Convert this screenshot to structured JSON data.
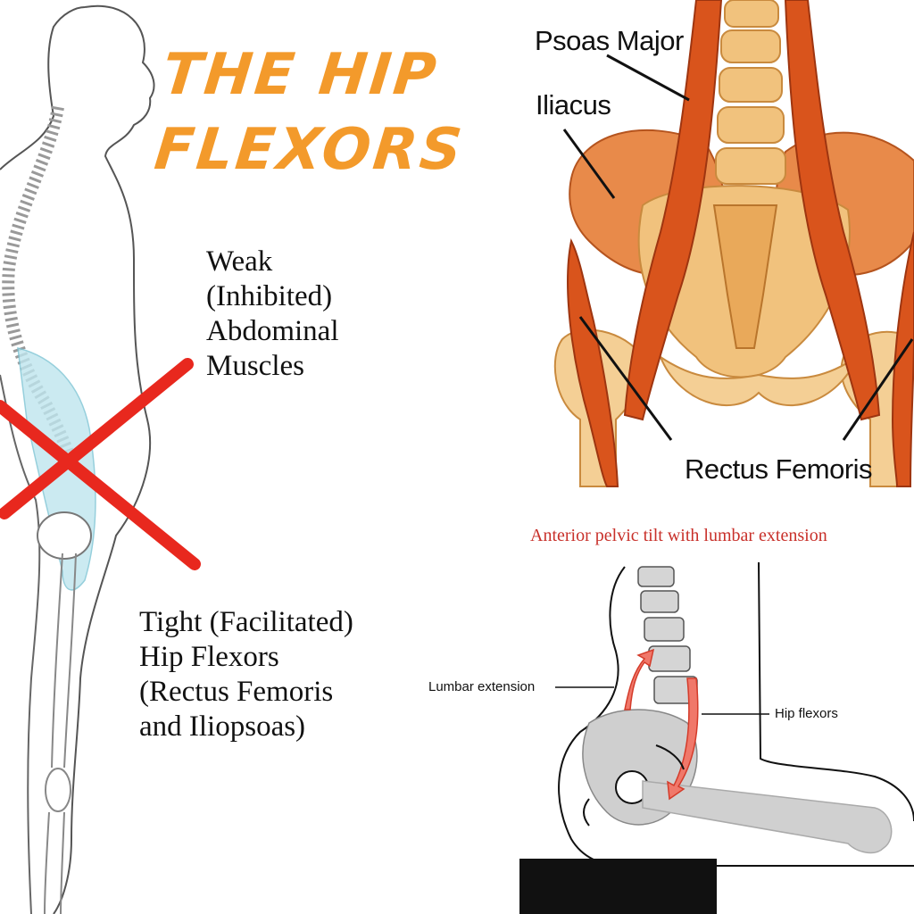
{
  "title": {
    "line1": "The Hip",
    "line2": "Flexors"
  },
  "labels": {
    "weak_abs": [
      "Weak",
      "(Inhibited)",
      "Abdominal",
      "Muscles"
    ],
    "tight_hip": [
      "Tight (Facilitated)",
      "Hip Flexors",
      "(Rectus Femoris",
      "and Iliopsoas)"
    ]
  },
  "anatomy": {
    "psoas": "Psoas Major",
    "iliacus": "Iliacus",
    "rectus": "Rectus Femoris"
  },
  "tilt": {
    "caption": "Anterior pelvic tilt with lumbar extension",
    "lumbar": "Lumbar extension",
    "hip": "Hip flexors"
  },
  "colors": {
    "title": "#f39a2b",
    "cross": "#e8281e",
    "muscle": "#d9541c",
    "bone": "#f1c27d",
    "caption": "#c8302a"
  }
}
